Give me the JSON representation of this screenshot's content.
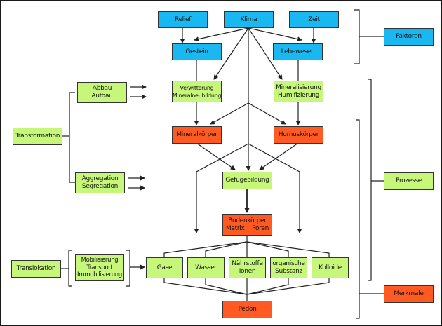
{
  "colors": {
    "faktor": "#1ab8f0",
    "prozess": "#c6f77a",
    "merkmal": "#ff5a22",
    "line": "#222222"
  },
  "nodes": {
    "relief": "Relief",
    "klima": "Klima",
    "zeit": "Zeit",
    "gestein": "Gestein",
    "lebewesen": "Lebewesen",
    "verwitterung": [
      "Verwitterung",
      "Mineralneubildung"
    ],
    "mineralisierung": [
      "Mineralisierung",
      "Humifizierung"
    ],
    "mineralkoerper": "Mineralkörper",
    "humuskoerper": "Humuskörper",
    "gefuegebildung": "Gefügebildung",
    "bodenkoerper": {
      "title": "Bodenkörper",
      "left": "Matrix",
      "right": "Poren"
    },
    "gase": "Gase",
    "wasser": "Wasser",
    "naehrstoffe": [
      "Nährstoffe",
      "Ionen"
    ],
    "organische": [
      "organische",
      "Substanz"
    ],
    "kolloide": "Kolloide",
    "pedon": "Pedon",
    "abbau": [
      "Abbau",
      "Aufbau"
    ],
    "transformation": "Transformation",
    "aggregation": [
      "Aggregation",
      "Segregation"
    ],
    "translokation": "Translokation",
    "mobilisierung": [
      "Mobilisierung",
      "Transport",
      "Immobilisierung"
    ]
  },
  "legend": {
    "faktoren": "Faktoren",
    "prozesse": "Prozesse",
    "merkmale": "Merkmale"
  }
}
